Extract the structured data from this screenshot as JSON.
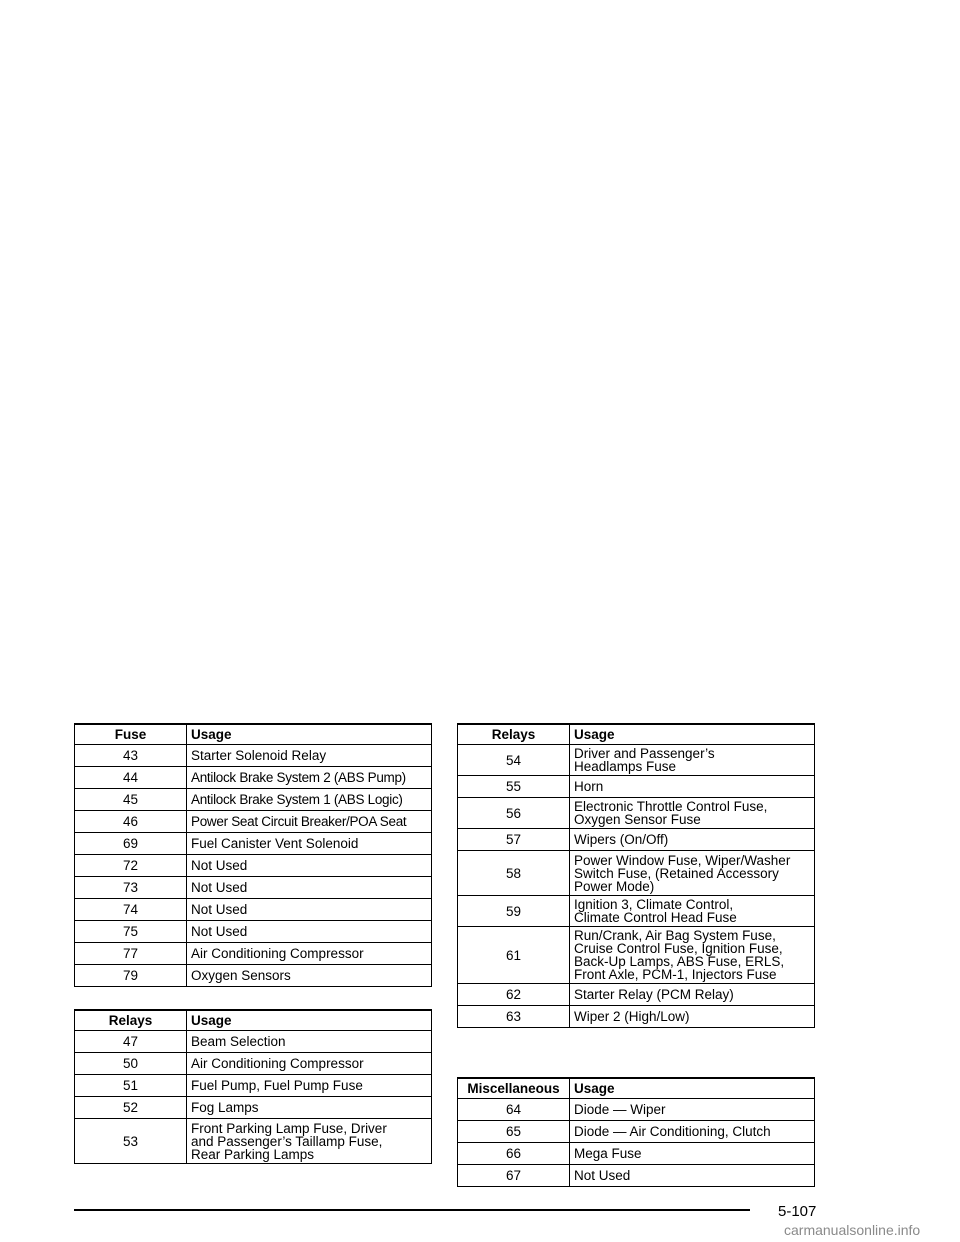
{
  "fuse_table": {
    "headers": [
      "Fuse",
      "Usage"
    ],
    "rows": [
      [
        "43",
        "Starter Solenoid Relay"
      ],
      [
        "44",
        "Antilock Brake System 2 (ABS Pump)"
      ],
      [
        "45",
        "Antilock Brake System 1 (ABS Logic)"
      ],
      [
        "46",
        "Power Seat Circuit Breaker/POA Seat"
      ],
      [
        "69",
        "Fuel Canister Vent Solenoid"
      ],
      [
        "72",
        "Not Used"
      ],
      [
        "73",
        "Not Used"
      ],
      [
        "74",
        "Not Used"
      ],
      [
        "75",
        "Not Used"
      ],
      [
        "77",
        "Air Conditioning Compressor"
      ],
      [
        "79",
        "Oxygen Sensors"
      ]
    ]
  },
  "relays_table_left": {
    "headers": [
      "Relays",
      "Usage"
    ],
    "rows": [
      [
        "47",
        "Beam Selection"
      ],
      [
        "50",
        "Air Conditioning Compressor"
      ],
      [
        "51",
        "Fuel Pump, Fuel Pump Fuse"
      ],
      [
        "52",
        "Fog Lamps"
      ],
      [
        "53",
        "Front Parking Lamp Fuse, Driver\nand Passenger’s Taillamp Fuse,\nRear Parking Lamps"
      ]
    ]
  },
  "relays_table_right": {
    "headers": [
      "Relays",
      "Usage"
    ],
    "rows": [
      [
        "54",
        "Driver and Passenger’s\nHeadlamps Fuse"
      ],
      [
        "55",
        "Horn"
      ],
      [
        "56",
        "Electronic Throttle Control Fuse,\nOxygen Sensor Fuse"
      ],
      [
        "57",
        "Wipers (On/Off)"
      ],
      [
        "58",
        "Power Window Fuse, Wiper/Washer\nSwitch Fuse, (Retained Accessory\nPower Mode)"
      ],
      [
        "59",
        "Ignition 3, Climate Control,\nClimate Control Head Fuse"
      ],
      [
        "61",
        "Run/Crank, Air Bag System Fuse,\nCruise Control Fuse, Ignition Fuse,\nBack-Up Lamps, ABS Fuse, ERLS,\nFront Axle, PCM-1, Injectors Fuse"
      ],
      [
        "62",
        "Starter Relay (PCM Relay)"
      ],
      [
        "63",
        "Wiper 2 (High/Low)"
      ]
    ]
  },
  "misc_table": {
    "headers": [
      "Miscellaneous",
      "Usage"
    ],
    "rows": [
      [
        "64",
        "Diode — Wiper"
      ],
      [
        "65",
        "Diode — Air Conditioning, Clutch"
      ],
      [
        "66",
        "Mega Fuse"
      ],
      [
        "67",
        "Not Used"
      ]
    ]
  },
  "footer": {
    "page_number": "5-107",
    "watermark": "carmanualsonline.info"
  }
}
